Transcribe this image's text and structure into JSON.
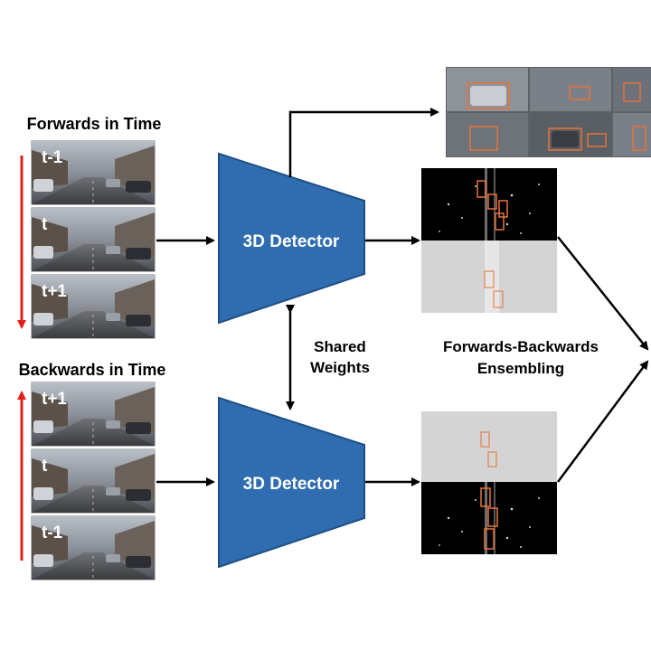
{
  "forwards": {
    "title": "Forwards in Time",
    "frames": [
      "t-1",
      "t",
      "t+1"
    ]
  },
  "backwards": {
    "title": "Backwards in Time",
    "frames": [
      "t+1",
      "t",
      "t-1"
    ]
  },
  "detector": {
    "top_label": "3D Detector",
    "bottom_label": "3D Detector"
  },
  "shared": {
    "line1": "Shared",
    "line2": "Weights"
  },
  "ensembling": {
    "line1": "Forwards-Backwards",
    "line2": "Ensembling"
  },
  "colors": {
    "detector_fill": "#2f6db0",
    "detector_stroke": "#1d4f86",
    "time_arrow": "#e0201b",
    "box_outline": "#e8733a"
  }
}
